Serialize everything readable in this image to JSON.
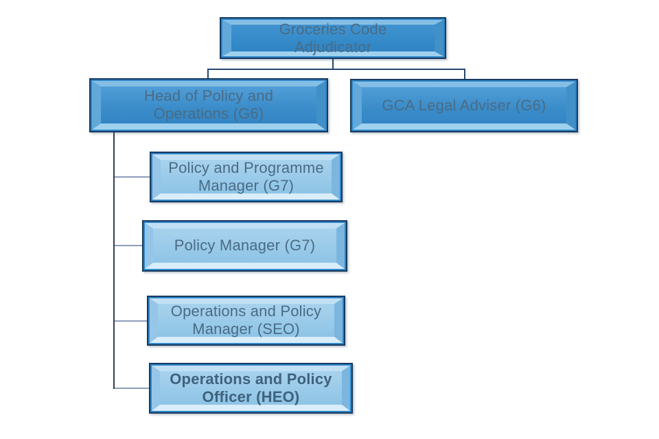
{
  "diagram": {
    "type": "org-chart",
    "nodes": [
      {
        "id": "groceries-code-adjudicator",
        "label": "Groceries Code Adjudicator",
        "lines": [
          "Groceries Code",
          "Adjudicator"
        ]
      },
      {
        "id": "head-of-policy-and-operations",
        "label": "Head of Policy and Operations (G6)",
        "lines": [
          "Head of Policy and",
          "Operations (G6)"
        ]
      },
      {
        "id": "gca-legal-adviser",
        "label": "GCA Legal Adviser (G6)",
        "lines": [
          "GCA Legal Adviser (G6)"
        ]
      },
      {
        "id": "policy-and-programme-manager",
        "label": "Policy and Programme Manager (G7)",
        "lines": [
          "Policy and Programme",
          "Manager (G7)"
        ]
      },
      {
        "id": "policy-manager",
        "label": "Policy Manager (G7)",
        "lines": [
          "Policy Manager (G7)"
        ]
      },
      {
        "id": "operations-and-policy-manager",
        "label": "Operations and Policy Manager (SEO)",
        "lines": [
          "Operations and Policy",
          "Manager (SEO)"
        ]
      },
      {
        "id": "operations-and-policy-officer",
        "label": "Operations and Policy Officer (HEO)",
        "lines": [
          "Operations and Policy",
          "Officer (HEO)"
        ],
        "bold": true
      }
    ],
    "edges": [
      {
        "from": "Groceries Code Adjudicator",
        "to": "Head of Policy and Operations (G6)"
      },
      {
        "from": "Groceries Code Adjudicator",
        "to": "GCA Legal Adviser (G6)"
      },
      {
        "from": "Head of Policy and Operations (G6)",
        "to": "Policy and Programme Manager (G7)"
      },
      {
        "from": "Head of Policy and Operations (G6)",
        "to": "Policy Manager (G7)"
      },
      {
        "from": "Head of Policy and Operations (G6)",
        "to": "Operations and Policy Manager (SEO)"
      },
      {
        "from": "Head of Policy and Operations (G6)",
        "to": "Operations and Policy Officer (HEO)"
      }
    ],
    "colors": {
      "box_outline": "#16395f",
      "box_ring": "#2e86c8",
      "box_fill_mid": "#3a8cc9",
      "box_fill_light": "#9accea",
      "bevel_highlight": "#c2e0f4",
      "text": "#4a6b85",
      "connector_dark": "#2f3e57",
      "connector_light": "#8b9db8",
      "background": "#ffffff"
    }
  }
}
